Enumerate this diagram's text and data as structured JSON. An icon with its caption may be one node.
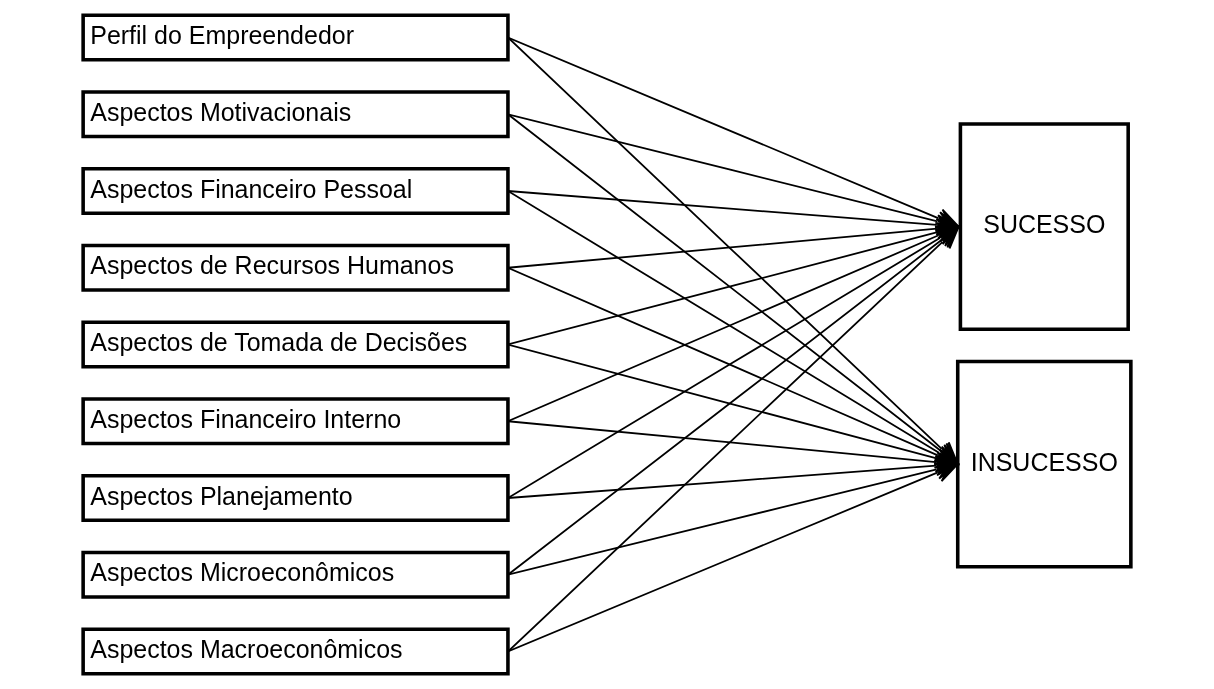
{
  "diagram": {
    "nodes": [
      {
        "text": [
          "Perfil do Empreendedor"
        ]
      },
      {
        "text": [
          "Aspectos Motivacionais"
        ]
      },
      {
        "text": [
          "Aspectos Financeiro Pessoal"
        ]
      },
      {
        "text": [
          "Aspectos de Recursos Humanos"
        ]
      },
      {
        "text": [
          "Aspectos de Tomada de Decisões"
        ]
      },
      {
        "text": [
          "Aspectos Financeiro Interno"
        ]
      },
      {
        "text": [
          "Aspectos Planejamento"
        ]
      },
      {
        "text": [
          "Aspectos Microeconômicos"
        ]
      },
      {
        "text": [
          "Aspectos Macroeconômicos"
        ]
      },
      {
        "text": [
          "SUCESSO"
        ]
      },
      {
        "text": [
          "INSUCESSO"
        ]
      }
    ],
    "edges": [
      {
        "from": 0,
        "to": 9,
        "arrow": "to"
      },
      {
        "from": 0,
        "to": 10,
        "arrow": "to"
      },
      {
        "from": 1,
        "to": 9,
        "arrow": "to"
      },
      {
        "from": 1,
        "to": 10,
        "arrow": "to"
      },
      {
        "from": 2,
        "to": 9,
        "arrow": "to"
      },
      {
        "from": 2,
        "to": 10,
        "arrow": "to"
      },
      {
        "from": 3,
        "to": 9,
        "arrow": "to"
      },
      {
        "from": 3,
        "to": 10,
        "arrow": "to"
      },
      {
        "from": 4,
        "to": 9,
        "arrow": "to"
      },
      {
        "from": 4,
        "to": 10,
        "arrow": "to"
      },
      {
        "from": 5,
        "to": 9,
        "arrow": "to"
      },
      {
        "from": 5,
        "to": 10,
        "arrow": "to"
      },
      {
        "from": 6,
        "to": 9,
        "arrow": "to"
      },
      {
        "from": 6,
        "to": 10,
        "arrow": "to"
      },
      {
        "from": 7,
        "to": 9,
        "arrow": "to"
      },
      {
        "from": 7,
        "to": 10,
        "arrow": "to"
      },
      {
        "from": 8,
        "to": 9,
        "arrow": "to"
      },
      {
        "from": 8,
        "to": 10,
        "arrow": "to"
      }
    ]
  }
}
